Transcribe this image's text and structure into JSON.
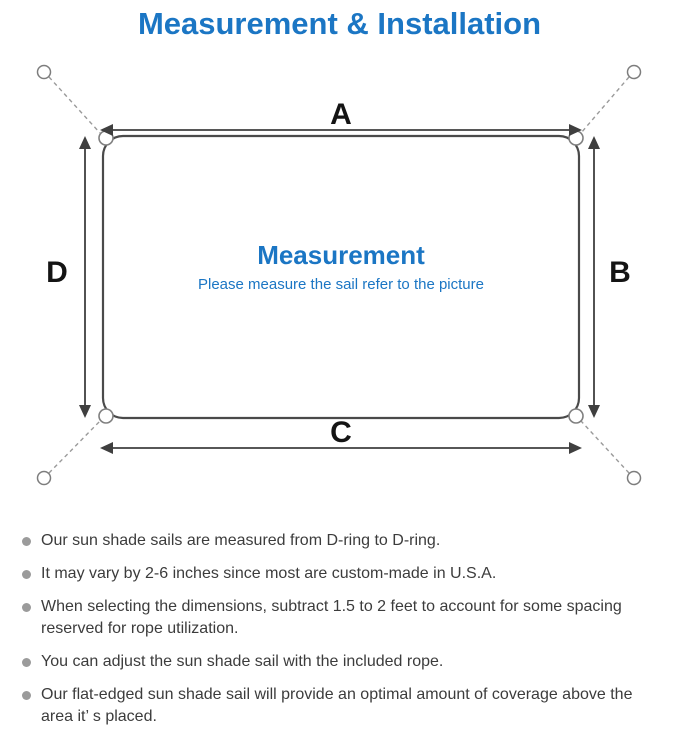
{
  "title": "Measurement & Installation",
  "colors": {
    "accent": "#1b76c4",
    "diagram_line": "#4a4a4a",
    "bullet": "#9b9b9b",
    "body_text": "#3c3c3c"
  },
  "diagram": {
    "labels": {
      "top": "A",
      "right": "B",
      "bottom": "C",
      "left": "D"
    },
    "center_title": "Measurement",
    "center_subtitle": "Please measure the sail refer to the picture"
  },
  "bullets": [
    "Our sun shade sails are measured from D-ring to D-ring.",
    "It may vary by 2-6 inches since most are custom-made in U.S.A.",
    "When selecting the dimensions, subtract 1.5 to 2 feet to account for some spacing reserved for rope utilization.",
    "You can adjust the sun shade sail with the included rope.",
    "Our flat-edged sun shade sail will provide an optimal amount of coverage above the area it’ s placed."
  ]
}
